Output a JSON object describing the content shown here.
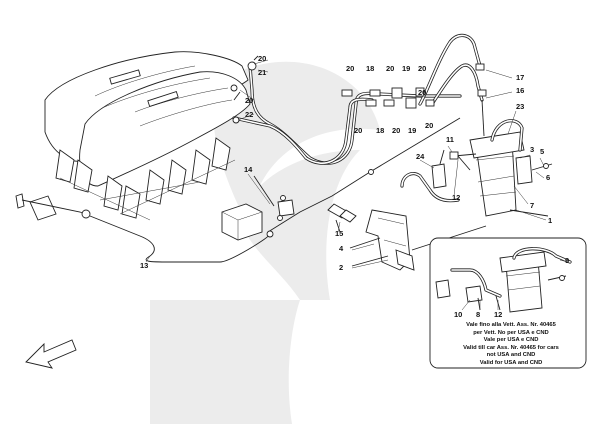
{
  "diagram": {
    "callouts": {
      "c1": "1",
      "c2": "2",
      "c3": "3",
      "c4": "4",
      "c5": "5",
      "c6": "6",
      "c7": "7",
      "c8": "8",
      "c9": "9",
      "c10": "10",
      "c11": "11",
      "c12a": "12",
      "c12b": "12",
      "c13": "13",
      "c14": "14",
      "c15": "15",
      "c16": "16",
      "c17": "17",
      "c18a": "18",
      "c18b": "18",
      "c19a": "19",
      "c19b": "19",
      "c20a": "20",
      "c20b": "20",
      "c20c": "20",
      "c20d": "20",
      "c20e": "20",
      "c20f": "20",
      "c20g": "20",
      "c20h": "20",
      "c20i": "20",
      "c21": "21",
      "c22": "22",
      "c23": "23",
      "c24": "24"
    },
    "inset_note": [
      "Vale fino alla Vett. Ass. Nr. 40465",
      "per Vett. No per USA e CND",
      "Vale per USA e CND",
      "Valid till car Ass. Nr. 40465 for cars",
      "not USA and CND",
      "Valid for USA and CND"
    ]
  },
  "colors": {
    "watermark": "#e9e9e9",
    "line": "#222222"
  },
  "icons": {
    "direction": "front-arrow-icon"
  }
}
